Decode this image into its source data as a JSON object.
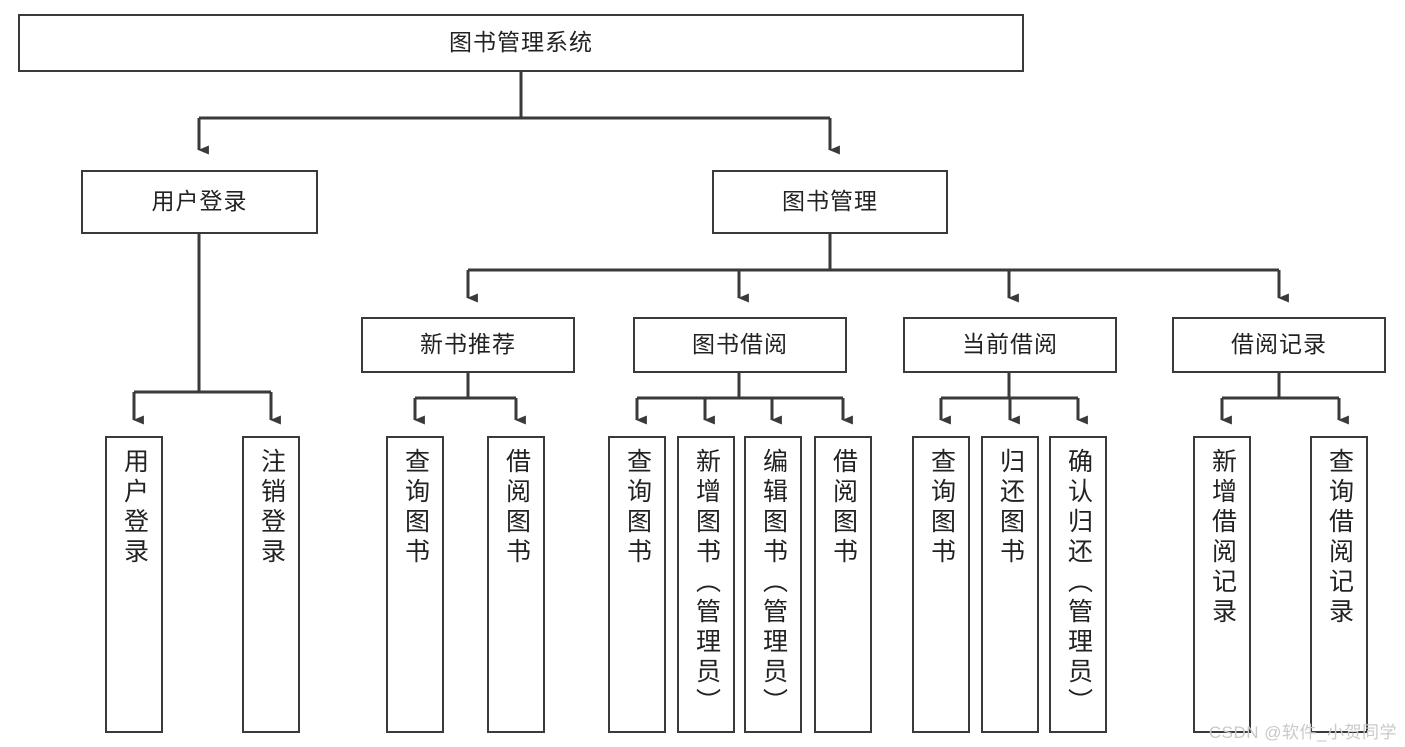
{
  "diagram": {
    "title": "图书管理系统",
    "type": "tree-hierarchy-chart",
    "stroke_color": "#3a3a3a",
    "text_color": "#222222",
    "background_color": "#ffffff",
    "watermark": "CSDN @软件_小贺同学"
  },
  "root": {
    "label": "图书管理系统"
  },
  "level2": [
    {
      "label": "用户登录"
    },
    {
      "label": "图书管理"
    }
  ],
  "level3": [
    {
      "label": "新书推荐"
    },
    {
      "label": "图书借阅"
    },
    {
      "label": "当前借阅"
    },
    {
      "label": "借阅记录"
    }
  ],
  "leaves": {
    "user_login": [
      {
        "label": "用户登录"
      },
      {
        "label": "注销登录"
      }
    ],
    "new_book": [
      {
        "label": "查询图书"
      },
      {
        "label": "借阅图书"
      }
    ],
    "book_borrow": [
      {
        "label": "查询图书"
      },
      {
        "label": "新增图书（管理员）"
      },
      {
        "label": "编辑图书（管理员）"
      },
      {
        "label": "借阅图书"
      }
    ],
    "current_borrow": [
      {
        "label": "查询图书"
      },
      {
        "label": "归还图书"
      },
      {
        "label": "确认归还（管理员）"
      }
    ],
    "borrow_record": [
      {
        "label": "新增借阅记录"
      },
      {
        "label": "查询借阅记录"
      }
    ]
  }
}
